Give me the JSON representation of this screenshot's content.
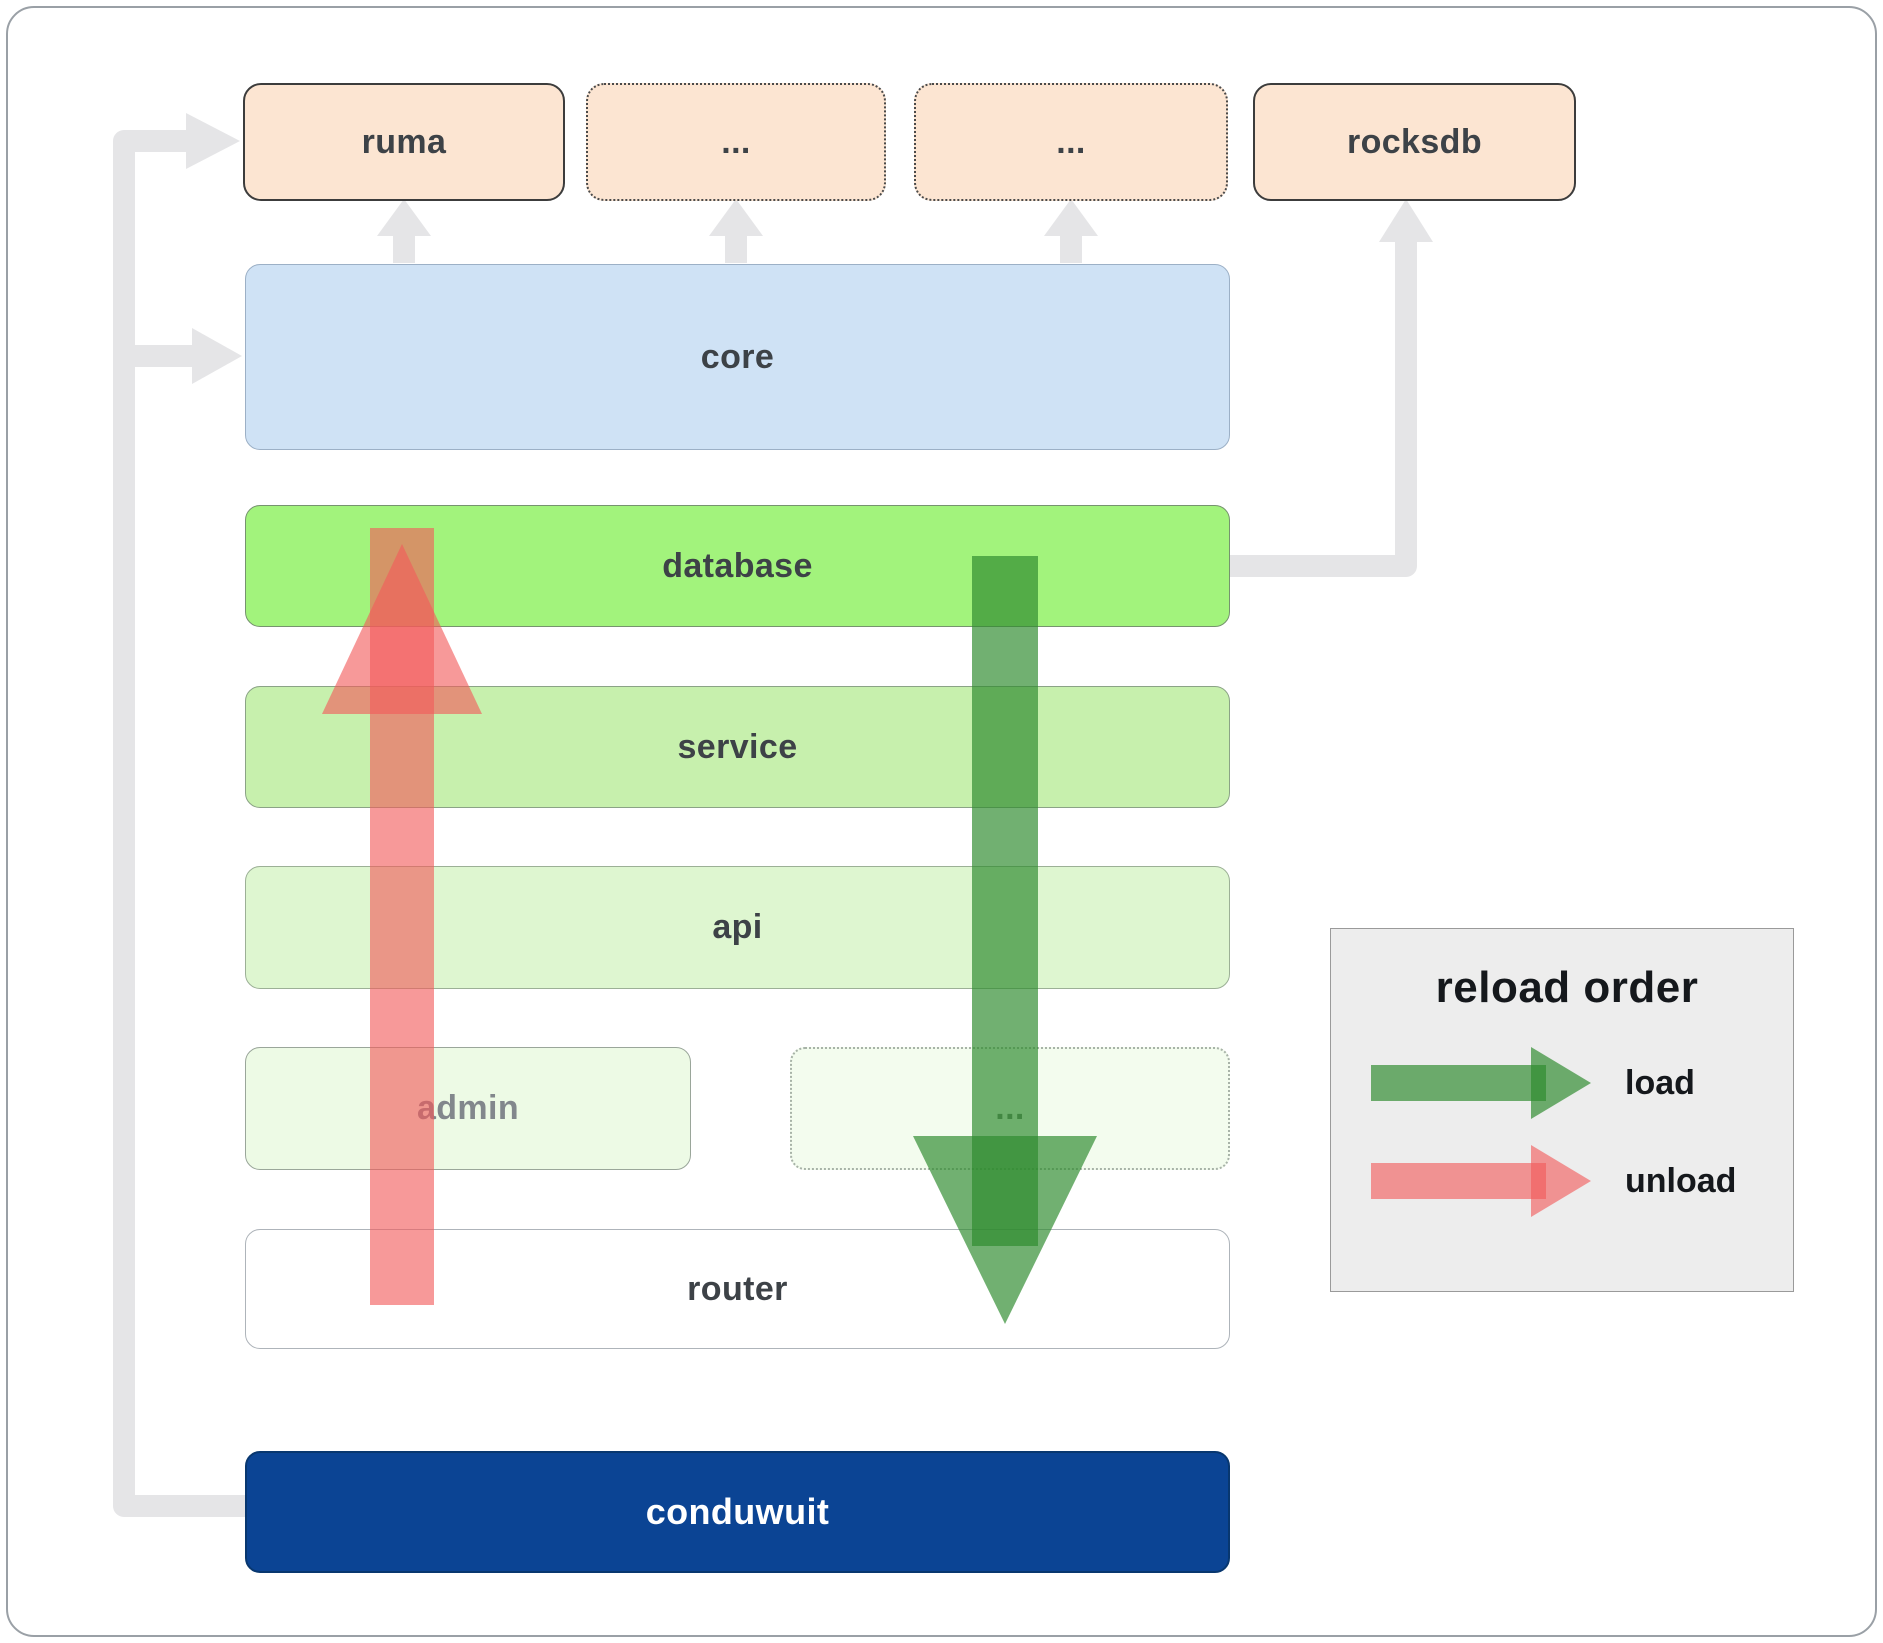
{
  "diagram": {
    "nodes": {
      "ruma": "ruma",
      "ellipsis_top_1": "...",
      "ellipsis_top_2": "...",
      "rocksdb": "rocksdb",
      "core": "core",
      "database": "database",
      "service": "service",
      "api": "api",
      "admin": "admin",
      "ellipsis_bottom": "...",
      "router": "router",
      "conduwuit": "conduwuit"
    },
    "legend": {
      "title": "reload order",
      "items": [
        {
          "label": "load"
        },
        {
          "label": "unload"
        }
      ]
    },
    "colors": {
      "peach": "#fce5d2",
      "core_blue": "#cfe2f5",
      "database_green": "#a2f37c",
      "service_green": "#c7f0ad",
      "api_green": "#def6d0",
      "admin_green": "#edfae5",
      "ellipsis_green": "#f3fcee",
      "router_white": "#ffffff",
      "conduwuit_blue": "#0b4494",
      "load_green": "#2e8b2e",
      "unload_red": "#f25a5a",
      "connector_gray": "#e5e5e7"
    }
  }
}
